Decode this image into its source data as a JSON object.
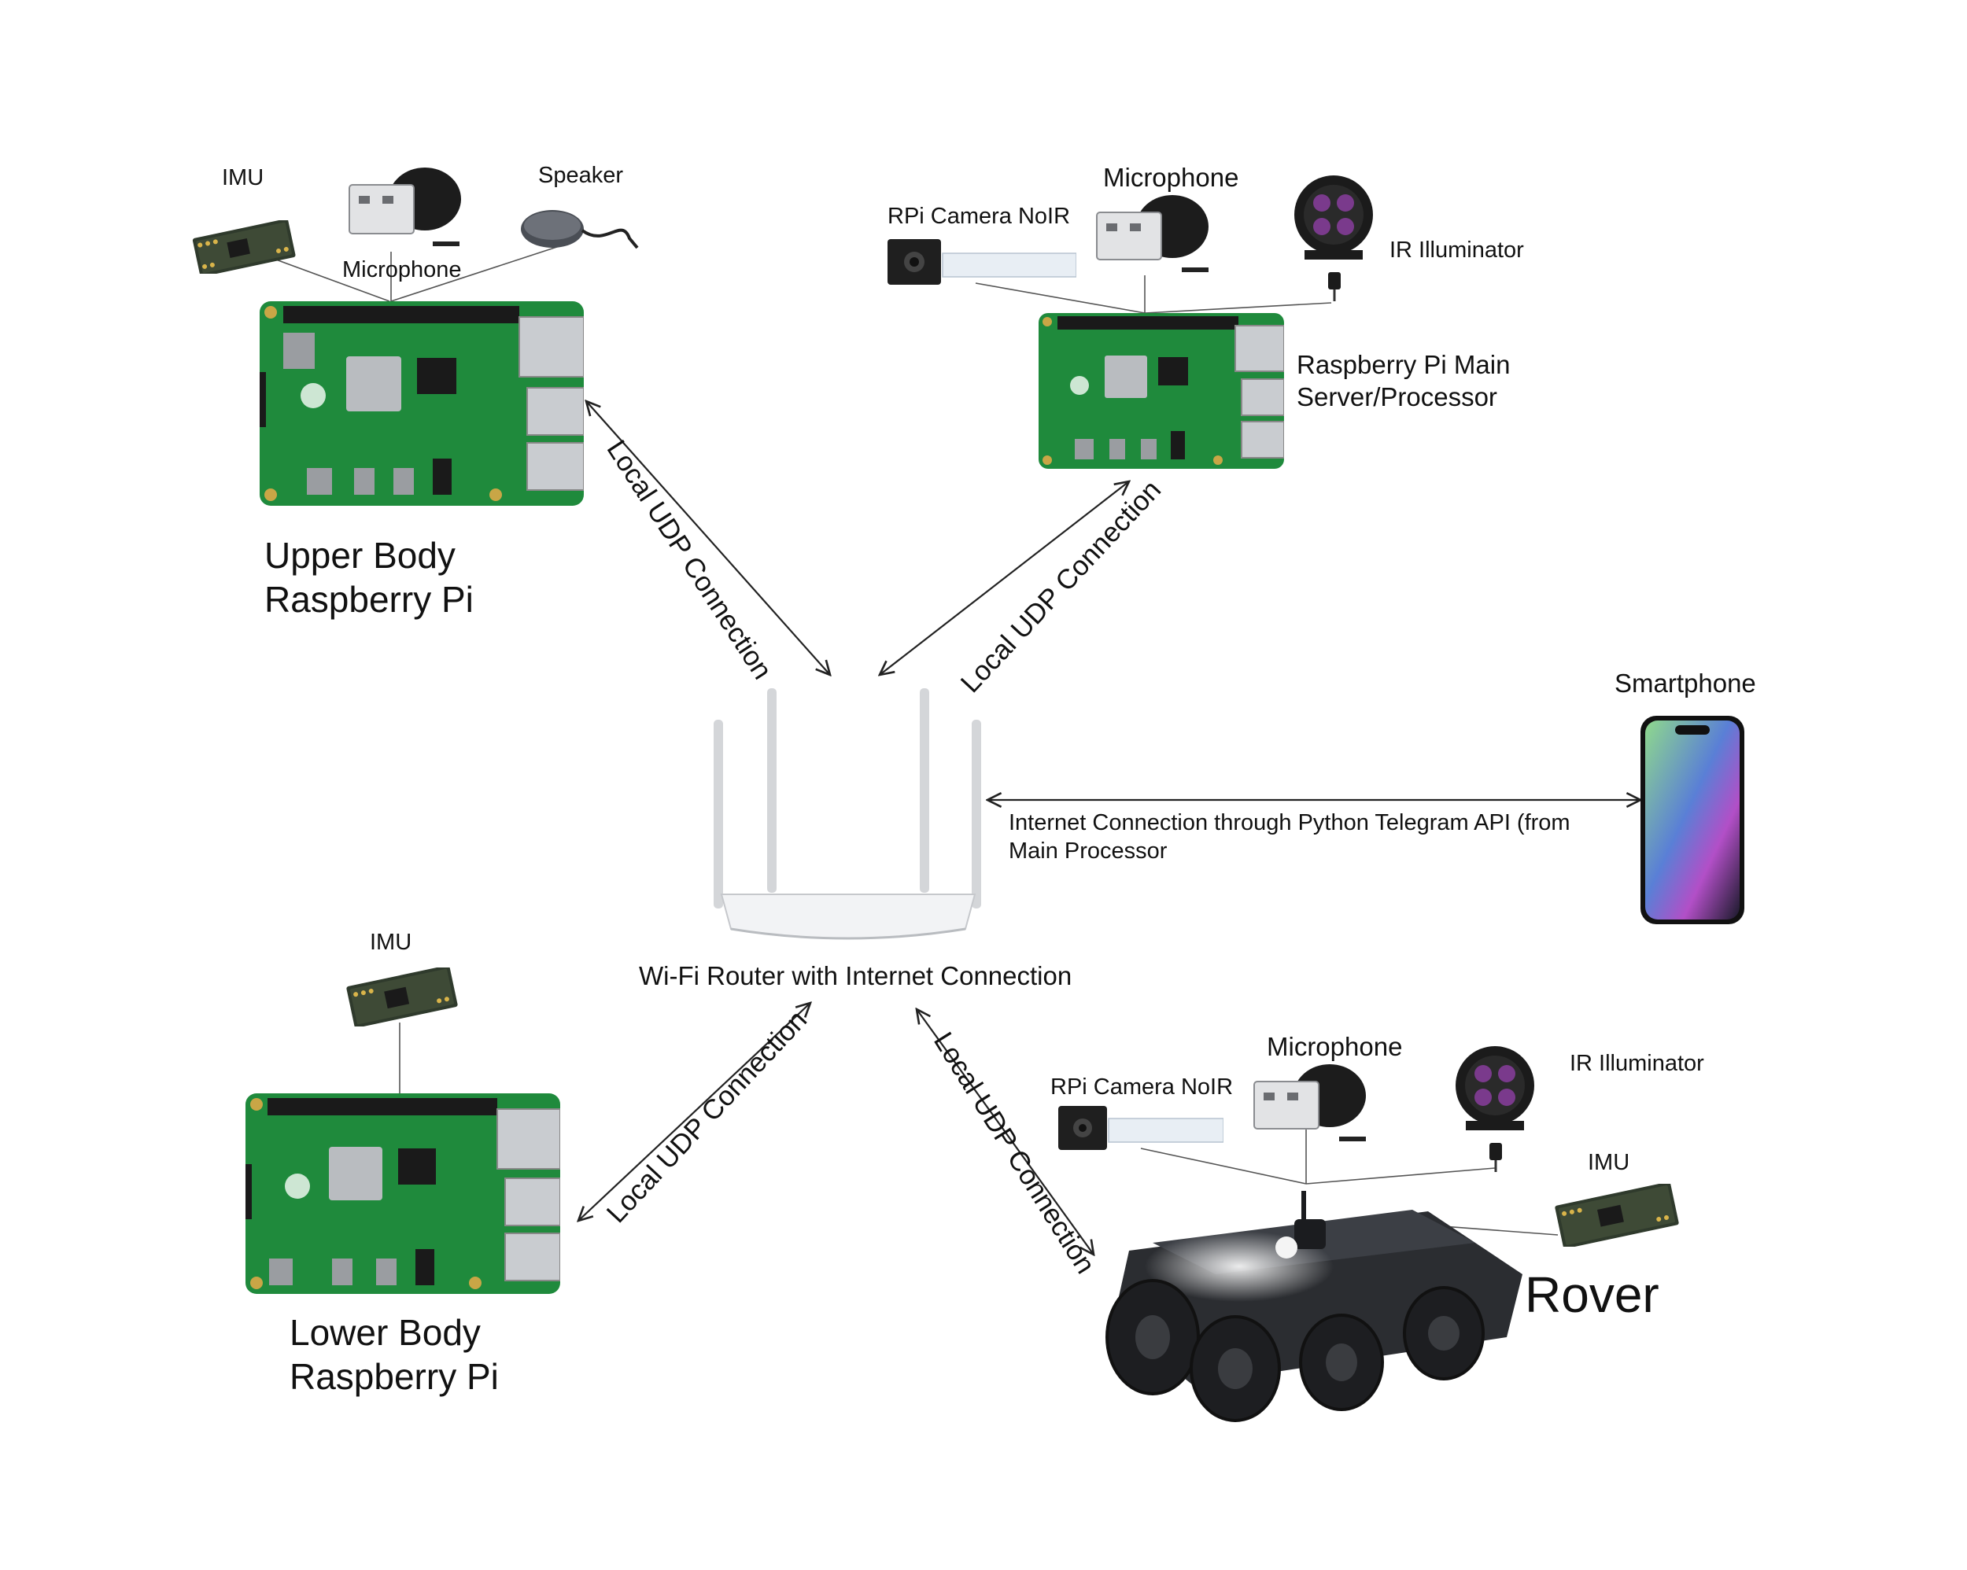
{
  "diagram": {
    "upper_body": {
      "title_line1": "Upper Body",
      "title_line2": "Raspberry Pi",
      "imu_label": "IMU",
      "microphone_label": "Microphone",
      "speaker_label": "Speaker"
    },
    "main_server": {
      "title_line1": "Raspberry Pi Main",
      "title_line2": "Server/Processor",
      "camera_label": "RPi Camera NoIR",
      "microphone_label": "Microphone",
      "ir_label": "IR Illuminator"
    },
    "router": {
      "label": "Wi-Fi Router with Internet Connection"
    },
    "smartphone": {
      "label": "Smartphone"
    },
    "internet_link": {
      "line1": "Internet Connection through Python Telegram API (from",
      "line2": "Main Processor"
    },
    "lower_body": {
      "title_line1": "Lower Body",
      "title_line2": "Raspberry Pi",
      "imu_label": "IMU"
    },
    "rover": {
      "title": "Rover",
      "camera_label": "RPi Camera NoIR",
      "microphone_label": "Microphone",
      "ir_label": "IR Illuminator",
      "imu_label": "IMU"
    },
    "connections": {
      "upper_to_router": "Local UDP Connection",
      "main_to_router": "Local UDP Connection",
      "lower_to_router": "Local UDP Connection",
      "rover_to_router": "Local UDP Connection"
    },
    "colors": {
      "pcb_green": "#1f8a3c",
      "pcb_dark": "#156b2d",
      "chip_silver": "#b9bcc0",
      "port_metal": "#c9ccd0",
      "ir_lens": "#7a3a8c",
      "rover_body": "#2b2d31",
      "router_white": "#f2f3f5",
      "wire": "#333333"
    }
  }
}
